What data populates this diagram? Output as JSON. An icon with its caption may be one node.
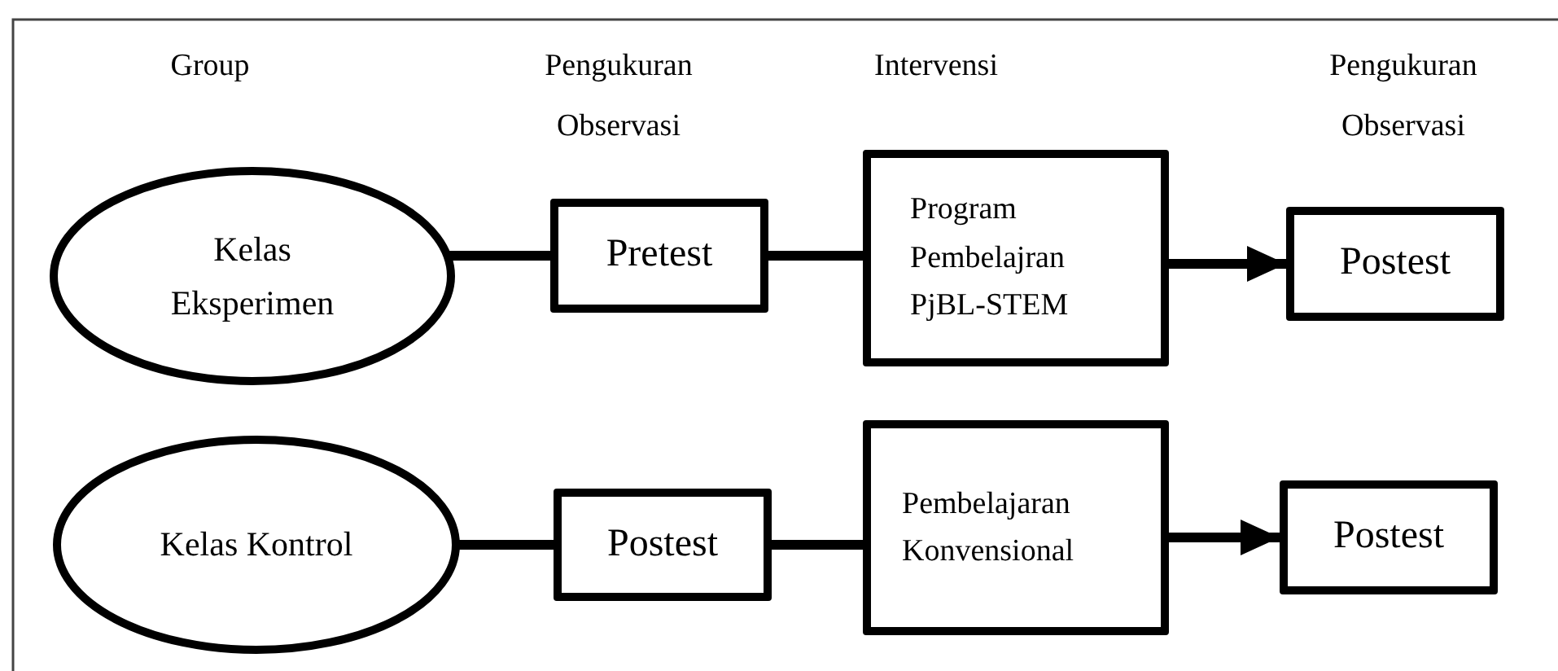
{
  "diagram": {
    "nodes": [
      {
        "text": [
          "Kelas Eksperimen"
        ]
      },
      {
        "text": [
          "Pretest"
        ]
      },
      {
        "text": [
          "Program Pembelajran PjBL-STEM"
        ]
      },
      {
        "text": [
          "Postest"
        ]
      },
      {
        "text": [
          "Kelas Kontrol"
        ]
      },
      {
        "text": [
          "Postest"
        ]
      },
      {
        "text": [
          "Pembelajaran Konvensional"
        ]
      },
      {
        "text": [
          "Postest"
        ]
      }
    ],
    "edges": [
      {
        "from": 0,
        "to": 1,
        "arrow": "none"
      },
      {
        "from": 1,
        "to": 2,
        "arrow": "none"
      },
      {
        "from": 2,
        "to": 3,
        "arrow": "to"
      },
      {
        "from": 4,
        "to": 5,
        "arrow": "none"
      },
      {
        "from": 5,
        "to": 6,
        "arrow": "none"
      },
      {
        "from": 6,
        "to": 7,
        "arrow": "to"
      }
    ],
    "labels": [
      "Group",
      "Pengukuran Observasi",
      "Intervensi",
      "Pengukuran Observasi"
    ]
  }
}
